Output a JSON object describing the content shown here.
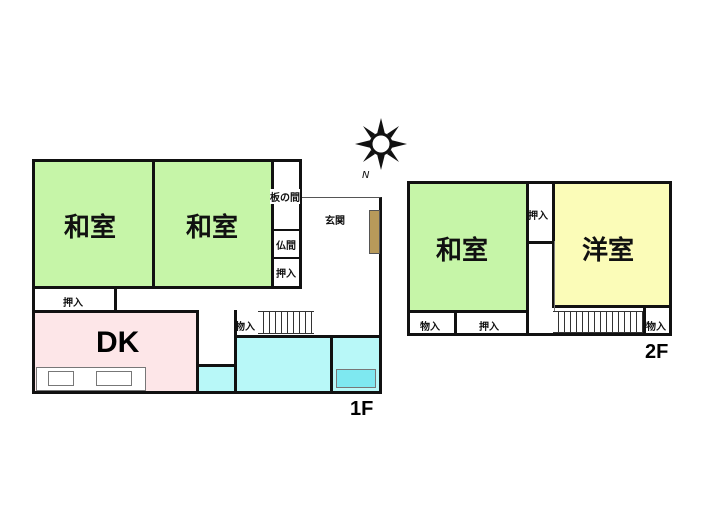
{
  "floor1": {
    "label": "1F",
    "rooms": {
      "washitsu_left": "和室",
      "washitsu_right": "和室",
      "itanoma": "板の間",
      "butsuma": "仏間",
      "oshiire_right": "押入",
      "genkan": "玄関",
      "oshiire_left": "押入",
      "dk": "DK",
      "monoire": "物入"
    }
  },
  "floor2": {
    "label": "2F",
    "rooms": {
      "washitsu": "和室",
      "oshiire_mid": "押入",
      "youshitsu": "洋室",
      "monoire_left": "物入",
      "oshiire_bottom": "押入",
      "monoire_right": "物入"
    }
  },
  "compass": {
    "north": "N"
  },
  "colors": {
    "washitsu": "#c6f5a8",
    "dk": "#fde6e8",
    "wet": "#b8f8f8",
    "youshitsu": "#fbfcb8"
  }
}
